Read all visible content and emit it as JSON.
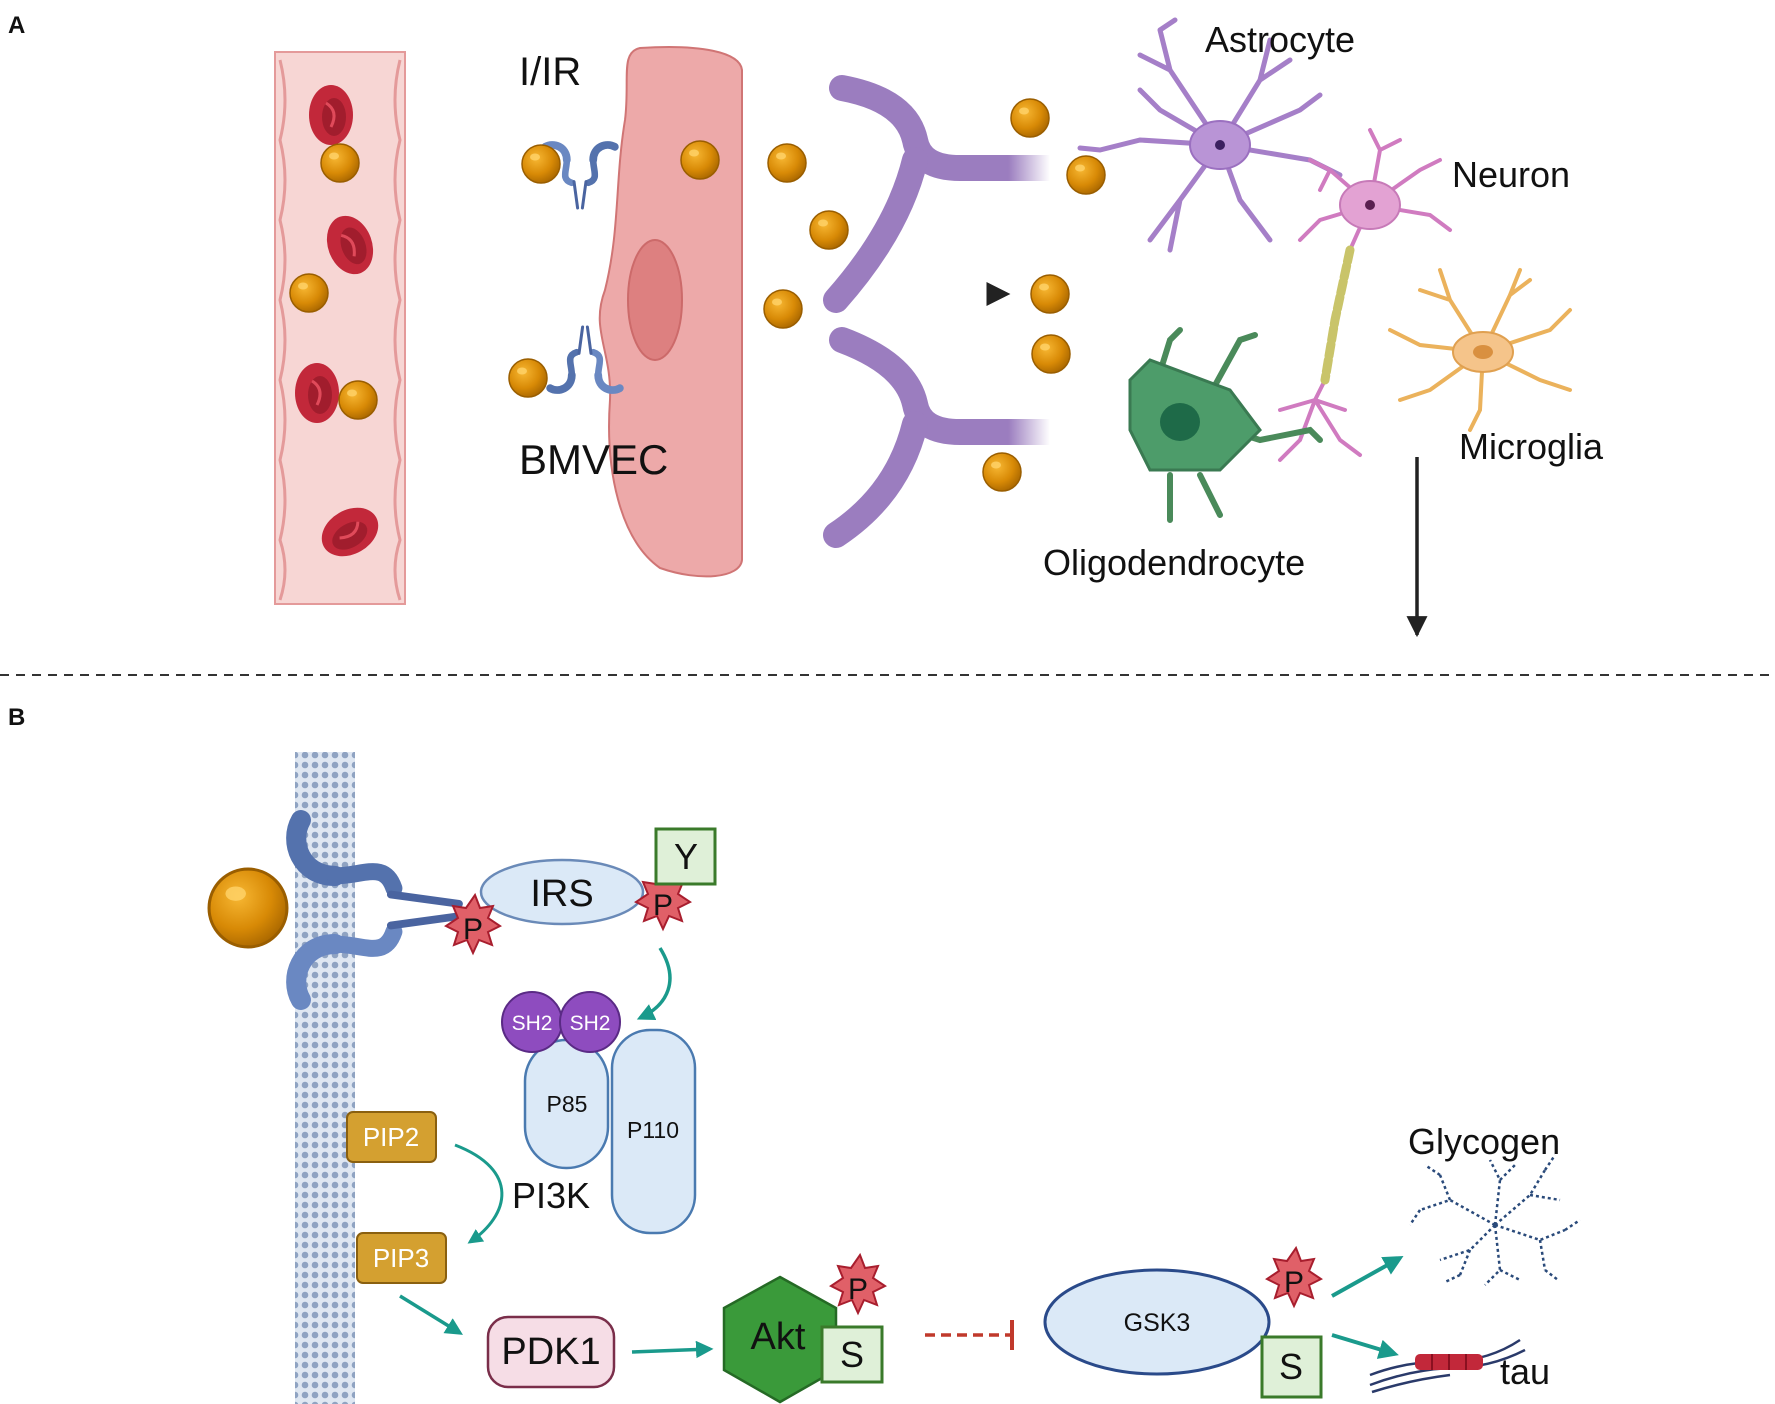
{
  "panel_a": {
    "letter": "A",
    "labels": {
      "receptor": "I/IR",
      "endothelial": "BMVEC",
      "astrocyte": "Astrocyte",
      "neuron": "Neuron",
      "microglia": "Microglia",
      "oligodendrocyte": "Oligodendrocyte"
    }
  },
  "panel_b": {
    "letter": "B",
    "labels": {
      "irs": "IRS",
      "phospho": "P",
      "tyrosine": "Y",
      "serine": "S",
      "sh2": "SH2",
      "p85": "P85",
      "p110": "P110",
      "pi3k": "PI3K",
      "pip2": "PIP2",
      "pip3": "PIP3",
      "pdk1": "PDK1",
      "akt": "Akt",
      "gsk3": "GSK3",
      "glycogen": "Glycogen",
      "tau": "tau"
    }
  },
  "colors": {
    "insulin": "#d88a06",
    "receptor": "#5472ad",
    "vessel": "#f7d6d4",
    "rbc": "#c2283a",
    "bmvec": "#ec9ea0",
    "astro_endfoot": "#9b7dbf",
    "arrow_teal": "#1a9a8c",
    "inhibit": "#c0392b",
    "p_star": "#e06068",
    "pip_box": "#d4a030",
    "pi3k_fill": "#dbe9f7",
    "sh2": "#8e4cbf",
    "akt": "#3a9a3a",
    "pdk1": "#f6dde6",
    "gsk3": "#dbe9f7",
    "sy_box": "#dff0d8"
  }
}
